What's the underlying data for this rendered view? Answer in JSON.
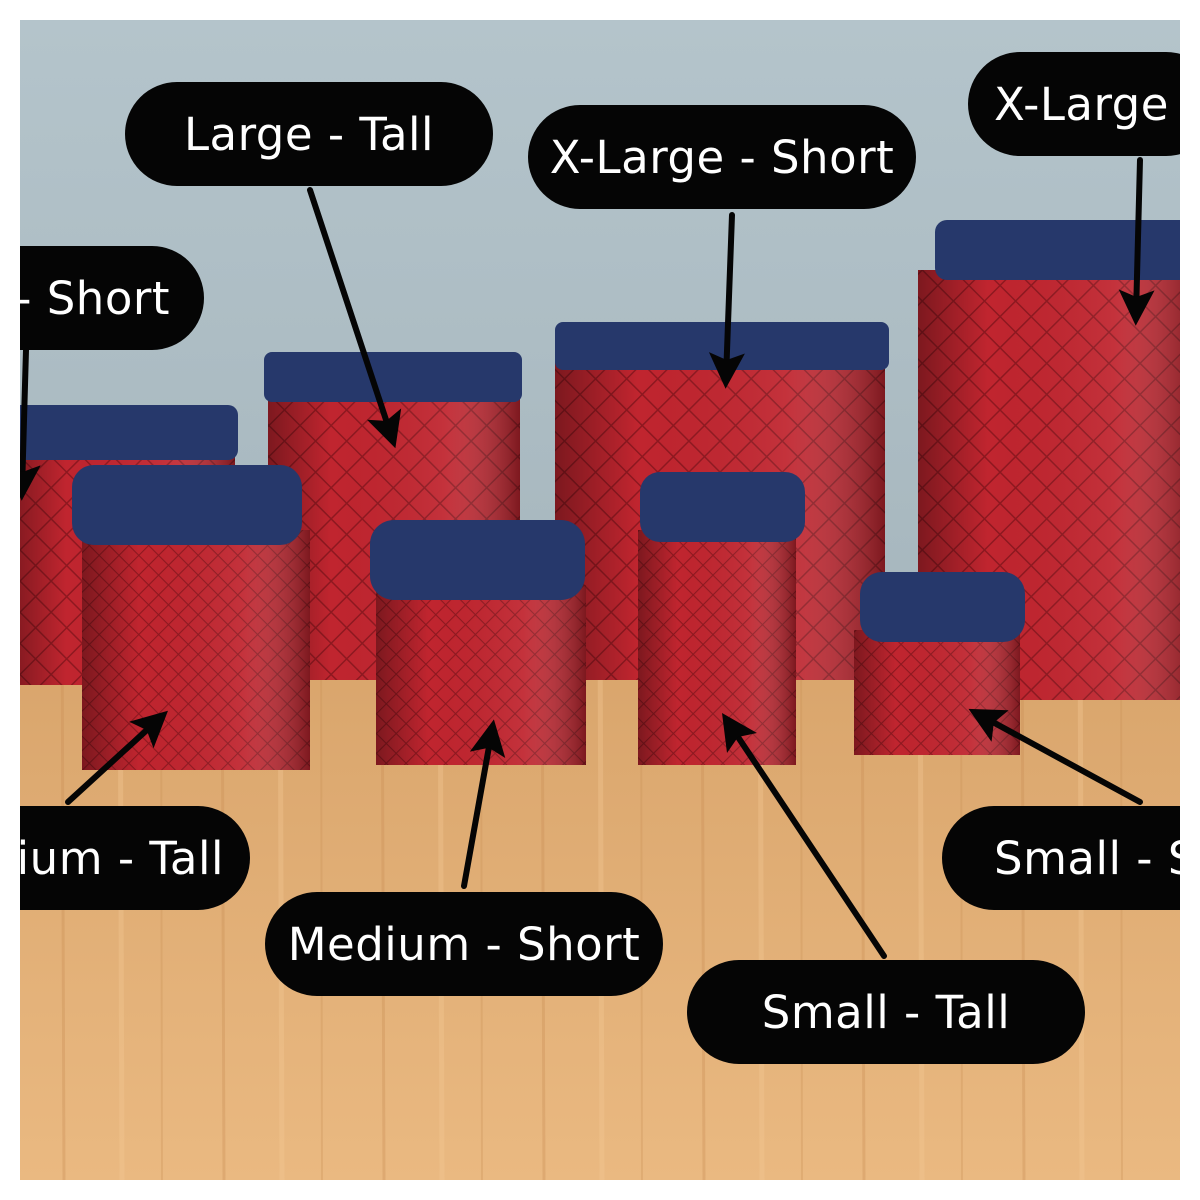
{
  "colors": {
    "wall": "#aebfc6",
    "wood": "#e6b27a",
    "canister_red": "#c0252f",
    "lid_blue": "#26386b",
    "label_bg": "#050505",
    "label_text": "#ffffff"
  },
  "labels": {
    "large_tall": "Large - Tall",
    "xlarge_short": "X-Large - Short",
    "xlarge_tall": "X-Large",
    "large_short": "- Short",
    "medium_tall": "ium - Tall",
    "medium_short": "Medium - Short",
    "small_tall": "Small - Tall",
    "small_short": "Small - S"
  }
}
